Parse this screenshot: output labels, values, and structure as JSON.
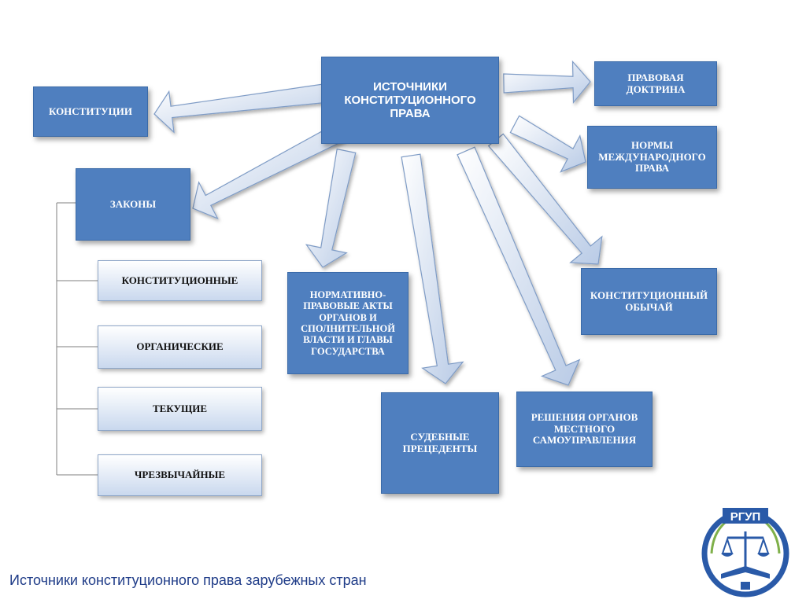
{
  "diagram": {
    "center": "ИСТОЧНИКИ КОНСТИТУЦИОННОГО ПРАВА",
    "constitutions": "КОНСТИТУЦИИ",
    "laws": "ЗАКОНЫ",
    "law_types": [
      "КОНСТИТУЦИОННЫЕ",
      "ОРГАНИЧЕСКИЕ",
      "ТЕКУЩИЕ",
      "ЧРЕЗВЫЧАЙНЫЕ"
    ],
    "normative_acts": "НОРМАТИВНО-ПРАВОВЫЕ АКТЫ ОРГАНОВ И СПОЛНИТЕЛЬНОЙ ВЛАСТИ И ГЛАВЫ ГОСУДАРСТВА",
    "judicial_precedents": "СУДЕБНЫЕ ПРЕЦЕДЕНТЫ",
    "local_government": "РЕШЕНИЯ ОРГАНОВ МЕСТНОГО САМОУПРАВЛЕНИЯ",
    "constitutional_custom": "КОНСТИТУЦИОННЫЙ ОБЫЧАЙ",
    "international_law": "НОРМЫ МЕЖДУНАРОДНОГО ПРАВА",
    "legal_doctrine": "ПРАВОВАЯ ДОКТРИНА"
  },
  "caption": "Источники конституционного права зарубежных стран",
  "logo": {
    "text": "РГУП",
    "icon": "scales-of-justice-book-icon"
  },
  "colors": {
    "box": "#4f7fbf",
    "arrow_fill": "#dde6f3",
    "arrow_stroke": "#7f9cc6",
    "caption": "#1f3c88"
  }
}
